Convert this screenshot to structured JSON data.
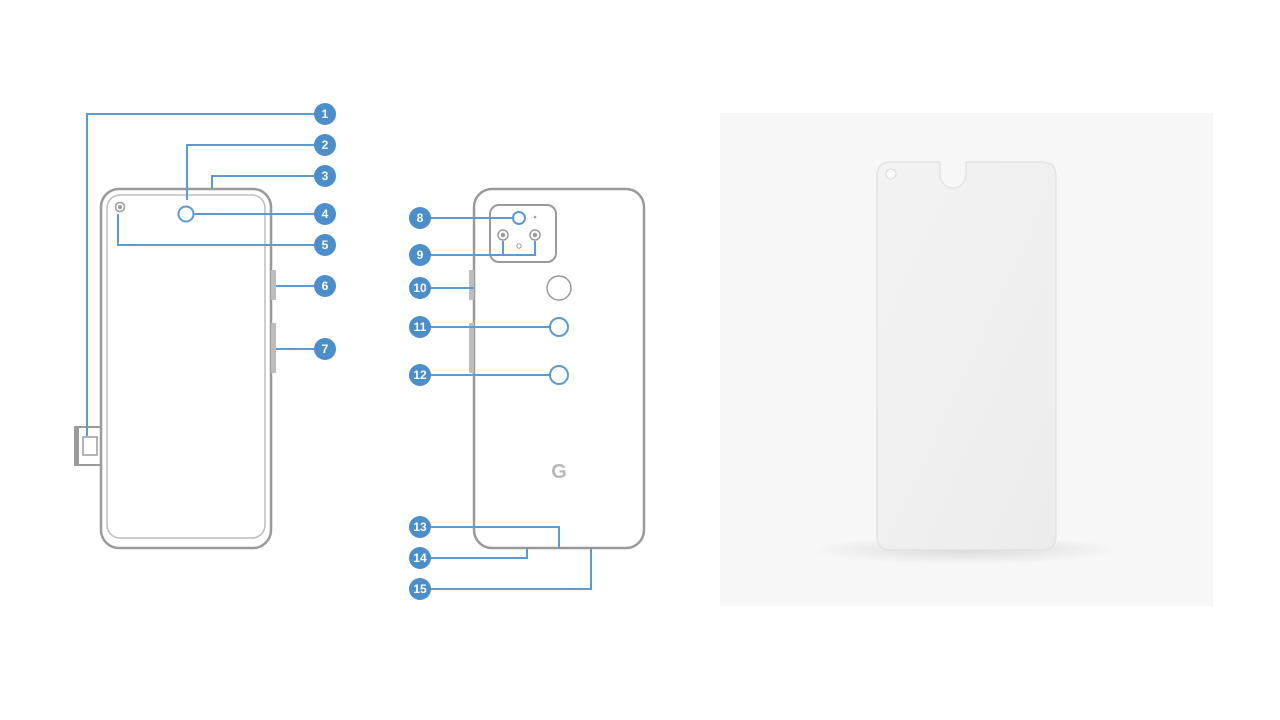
{
  "callouts": {
    "c1": "1",
    "c2": "2",
    "c3": "3",
    "c4": "4",
    "c5": "5",
    "c6": "6",
    "c7": "7",
    "c8": "8",
    "c9": "9",
    "c10": "10",
    "c11": "11",
    "c12": "12",
    "c13": "13",
    "c14": "14",
    "c15": "15"
  },
  "back_logo": "G",
  "colors": {
    "callout_badge": "#4a8ecb",
    "leader_line": "#5c9bd1",
    "phone_outline": "#9a9a9a",
    "protector_panel": "#f7f7f7"
  }
}
